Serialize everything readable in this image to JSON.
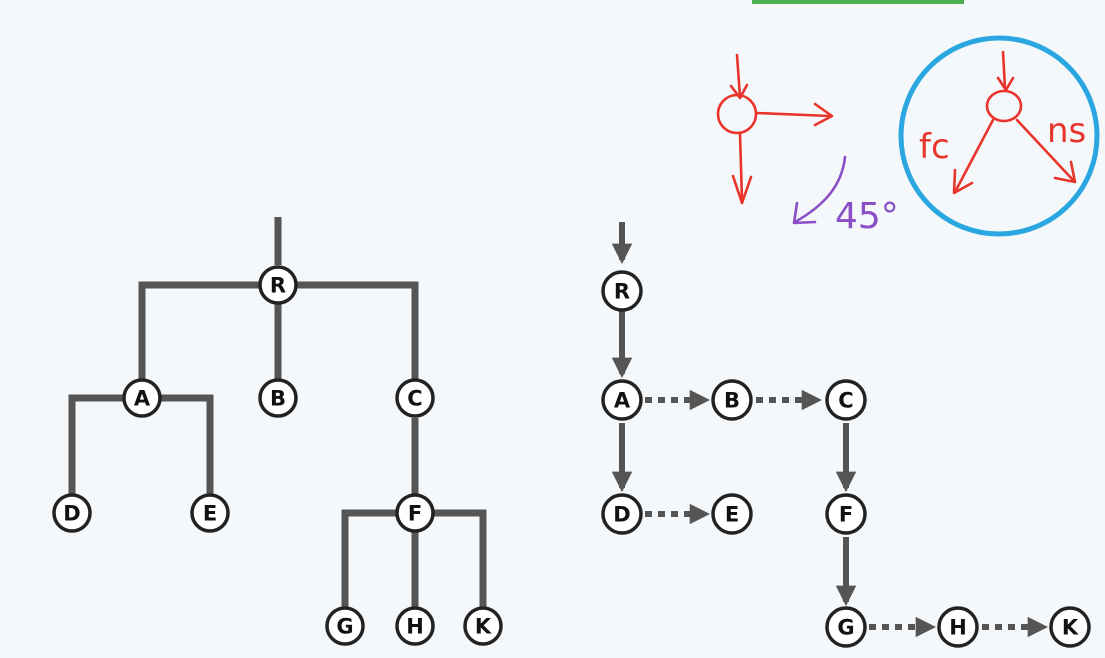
{
  "left_tree": {
    "nodes": {
      "R": "R",
      "A": "A",
      "B": "B",
      "C": "C",
      "D": "D",
      "E": "E",
      "F": "F",
      "G": "G",
      "H": "H",
      "K": "K"
    }
  },
  "right_tree": {
    "nodes": {
      "R": "R",
      "A": "A",
      "B": "B",
      "C": "C",
      "D": "D",
      "E": "E",
      "F": "F",
      "G": "G",
      "H": "H",
      "K": "K"
    }
  },
  "annotations": {
    "angle_label": "45°",
    "first_child_label": "fc",
    "next_sibling_label": "ns"
  },
  "colors": {
    "edges": "#555555",
    "annotation_red": "#e8342b",
    "annotation_purple": "#8a4fc7",
    "highlight_circle": "#2aa6e0",
    "top_bar": "#4caf50"
  }
}
